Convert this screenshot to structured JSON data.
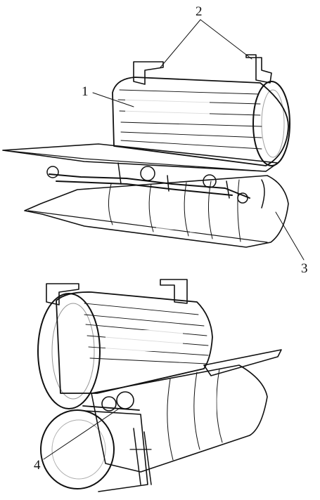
{
  "figure": {
    "callouts": [
      {
        "id": "1",
        "label": "1"
      },
      {
        "id": "2",
        "label": "2"
      },
      {
        "id": "3",
        "label": "3"
      },
      {
        "id": "4",
        "label": "4"
      }
    ]
  },
  "colors": {
    "ink": "#111111",
    "paper": "#ffffff",
    "shade": "#555555"
  }
}
